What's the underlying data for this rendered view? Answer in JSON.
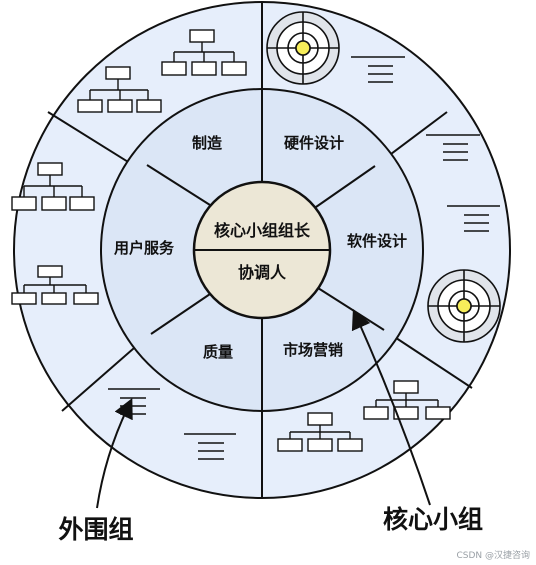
{
  "diagram": {
    "core": {
      "top_label": "核心小组组长",
      "bottom_label": "协调人"
    },
    "inner_segments": {
      "manufacturing": "制造",
      "hardware_design": "硬件设计",
      "software_design": "软件设计",
      "marketing": "市场营销",
      "quality": "质量",
      "user_service": "用户服务"
    },
    "callouts": {
      "outer_group": "外围组",
      "core_group": "核心小组"
    },
    "colors": {
      "outer_ring": "#e6eefb",
      "inner_ring": "#dbe6f6",
      "core": "#ece7d6",
      "stroke": "#111111"
    }
  },
  "watermark": "CSDN @汉捷咨询"
}
